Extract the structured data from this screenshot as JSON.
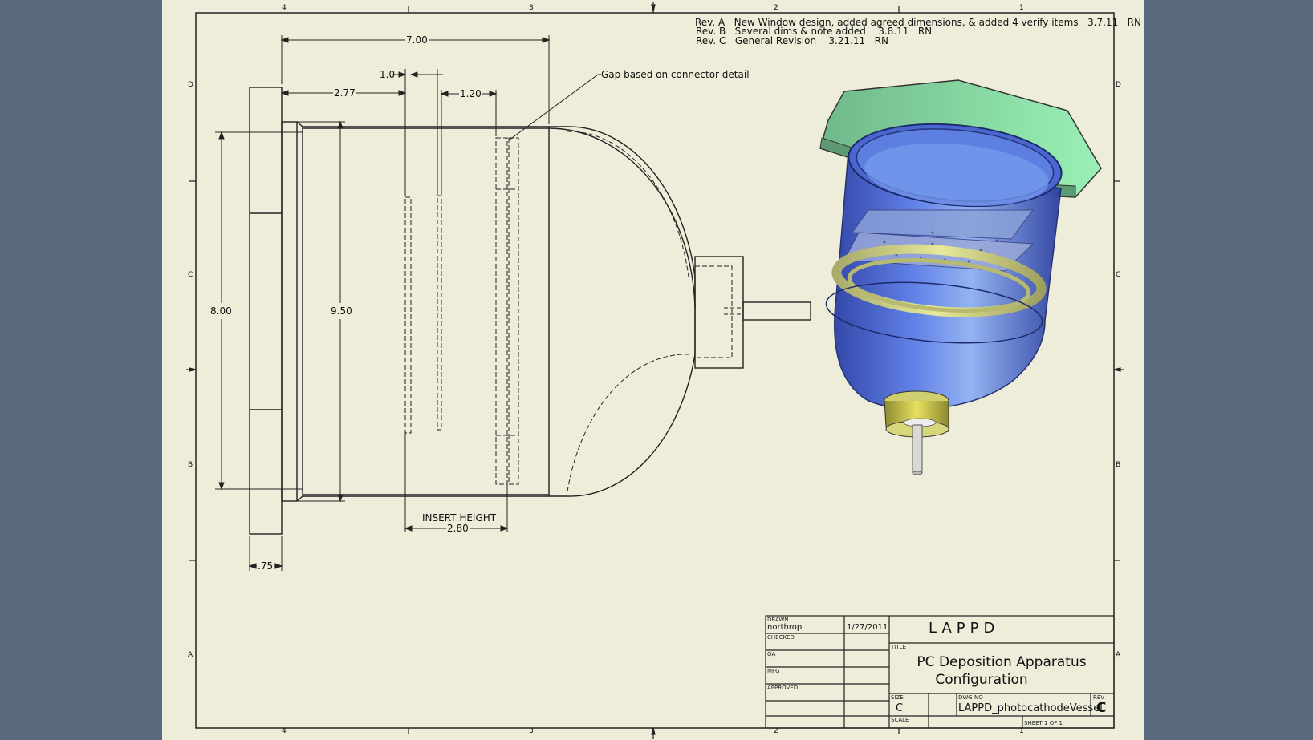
{
  "revisions": [
    {
      "rev": "Rev. A",
      "desc": "New Window design, added agreed dimensions, & added 4 verify items",
      "date": "3.7.11",
      "by": "RN"
    },
    {
      "rev": "Rev. B",
      "desc": "Several dims & note added",
      "date": "3.8.11",
      "by": "RN"
    },
    {
      "rev": "Rev. C",
      "desc": "General Revision",
      "date": "3.21.11",
      "by": "RN"
    }
  ],
  "zones": {
    "cols": [
      "4",
      "3",
      "2",
      "1"
    ],
    "rows": [
      "D",
      "C",
      "B",
      "A"
    ]
  },
  "dimensions": {
    "overall_length": "7.00",
    "gap_1": "1.0",
    "flange_offset": "2.77",
    "insert_offset": "1.20",
    "inner_diameter": "8.00",
    "flange_diameter": "9.50",
    "insert_height_label": "INSERT HEIGHT",
    "insert_height": "2.80",
    "flange_thickness": ".75"
  },
  "note": "Gap based on connector detail",
  "title_block": {
    "drawn_label": "DRAWN",
    "drawn_by": "northrop",
    "drawn_date": "1/27/2011",
    "checked_label": "CHECKED",
    "qa_label": "QA",
    "mfg_label": "MFG",
    "approved_label": "APPROVED",
    "company": "LAPPD",
    "title_label": "TITLE",
    "title_line1": "PC Deposition Apparatus",
    "title_line2": "Configuration",
    "size_label": "SIZE",
    "size": "C",
    "dwg_label": "DWG NO",
    "dwg_no": "LAPPD_photocathodeVessel",
    "rev_label": "REV",
    "rev": "C",
    "scale_label": "SCALE",
    "sheet": "SHEET 1  OF 1"
  }
}
